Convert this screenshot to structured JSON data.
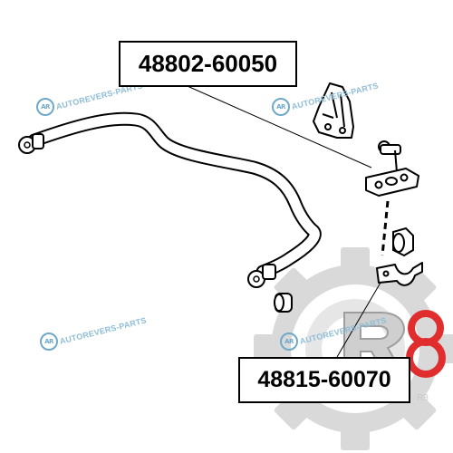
{
  "callouts": {
    "top_part_number": "48802-60050",
    "bottom_part_number": "48815-60070"
  },
  "watermark": {
    "logo": "AR",
    "text": "AUTOREVERS-PARTS"
  },
  "brand_badge": {
    "text": "R8"
  },
  "colors": {
    "line": "#000000",
    "watermark": "#8fbdd6",
    "gear": "#d9d9d9",
    "brand": "#e02d2d"
  }
}
